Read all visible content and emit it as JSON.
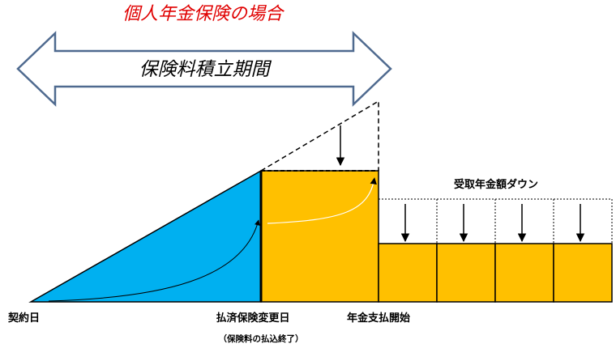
{
  "title": "個人年金保険の場合",
  "period_label": "保険料積立期間",
  "reduction_label": "受取年金額ダウン",
  "timeline": {
    "contract_date": "契約日",
    "conversion_date": "払済保険変更日",
    "conversion_note": "（保険料の払込終了）",
    "annuity_start": "年金支払開始"
  },
  "colors": {
    "accumulation_fill": "#00b0f0",
    "conversion_fill": "#ffc000",
    "annuity_fill": "#ffc000",
    "title": "#e00000",
    "arrow_outline": "#4f6a8f",
    "outline": "#000000"
  },
  "annuity_payment_count": 4
}
